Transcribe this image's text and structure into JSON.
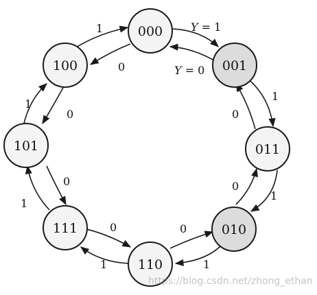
{
  "states": {
    "s000": "000",
    "s001": "001",
    "s011": "011",
    "s010": "010",
    "s110": "110",
    "s111": "111",
    "s101": "101",
    "s100": "100"
  },
  "transitions": {
    "t000_001": "= 1",
    "t000_001_var": "Y ",
    "t001_000": "= 0",
    "t001_000_var": "Y ",
    "t001_011": "1",
    "t011_001": "0",
    "t011_010": "1",
    "t010_011": "0",
    "t010_110": "1",
    "t110_010": "0",
    "t110_111": "1",
    "t111_110": "0",
    "t111_101": "1",
    "t101_111": "0",
    "t101_100": "1",
    "t100_101": "0",
    "t100_000": "1",
    "t000_100": "0"
  },
  "watermark": "https://blog.csdn.net/zhong_ethan"
}
